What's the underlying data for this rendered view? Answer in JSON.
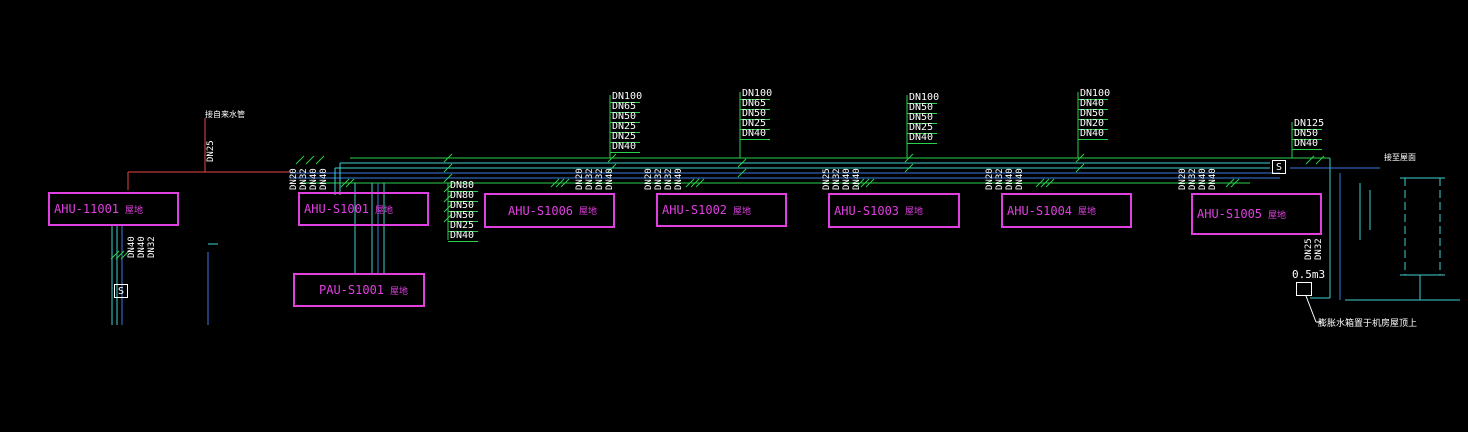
{
  "colors": {
    "background": "#000000",
    "pipe_green": "#2ad14a",
    "pipe_cyan": "#3fd0d0",
    "pipe_blue": "#3a78e0",
    "pipe_red": "#e04848",
    "unit_magenta": "#e040e0",
    "text_white": "#ffffff"
  },
  "notes": {
    "top_pipe_label": "接自来水管",
    "right_label": "接至屋面",
    "tank_volume": "0.5m3",
    "tank_note": "膨胀水箱置于机房屋顶上",
    "vertical_dn25": "DN25"
  },
  "units": [
    {
      "name": "AHU-11001",
      "sub": "屋地"
    },
    {
      "name": "AHU-S1001",
      "sub": "屋地"
    },
    {
      "name": "PAU-S1001",
      "sub": "屋地"
    },
    {
      "name": "AHU-S1006",
      "sub": "屋地"
    },
    {
      "name": "AHU-S1002",
      "sub": "屋地"
    },
    {
      "name": "AHU-S1003",
      "sub": "屋地"
    },
    {
      "name": "AHU-S1004",
      "sub": "屋地"
    },
    {
      "name": "AHU-S1005",
      "sub": "屋地"
    }
  ],
  "valve_label": "S",
  "dn_stacks": {
    "s1": [
      "DN100",
      "DN65",
      "DN50",
      "DN25",
      "DN25",
      "DN40"
    ],
    "s2": [
      "DN100",
      "DN65",
      "DN50",
      "DN25",
      "DN40"
    ],
    "s3": [
      "DN100",
      "DN50",
      "DN50",
      "DN25",
      "DN40"
    ],
    "s4": [
      "DN100",
      "DN40",
      "DN50",
      "DN20",
      "DN40"
    ],
    "s5": [
      "DN125",
      "DN50",
      "DN40"
    ],
    "left_mid": [
      "DN80",
      "DN80",
      "DN50",
      "DN50",
      "DN25",
      "DN40"
    ]
  },
  "vertical_labels": {
    "v_left": [
      "DN40",
      "DN40",
      "DN32"
    ],
    "v_s1001": [
      "DN20",
      "DN32",
      "DN40",
      "DN40"
    ],
    "v_s1006": [
      "DN20",
      "DN32",
      "DN32",
      "DN40"
    ],
    "v_s1002": [
      "DN20",
      "DN32",
      "DN32",
      "DN40"
    ],
    "v_s1003": [
      "DN25",
      "DN32",
      "DN40",
      "DN40"
    ],
    "v_s1004": [
      "DN20",
      "DN32",
      "DN40",
      "DN40"
    ],
    "v_s1005": [
      "DN20",
      "DN32",
      "DN40",
      "DN40"
    ],
    "v_right": [
      "DN25",
      "DN32"
    ]
  }
}
